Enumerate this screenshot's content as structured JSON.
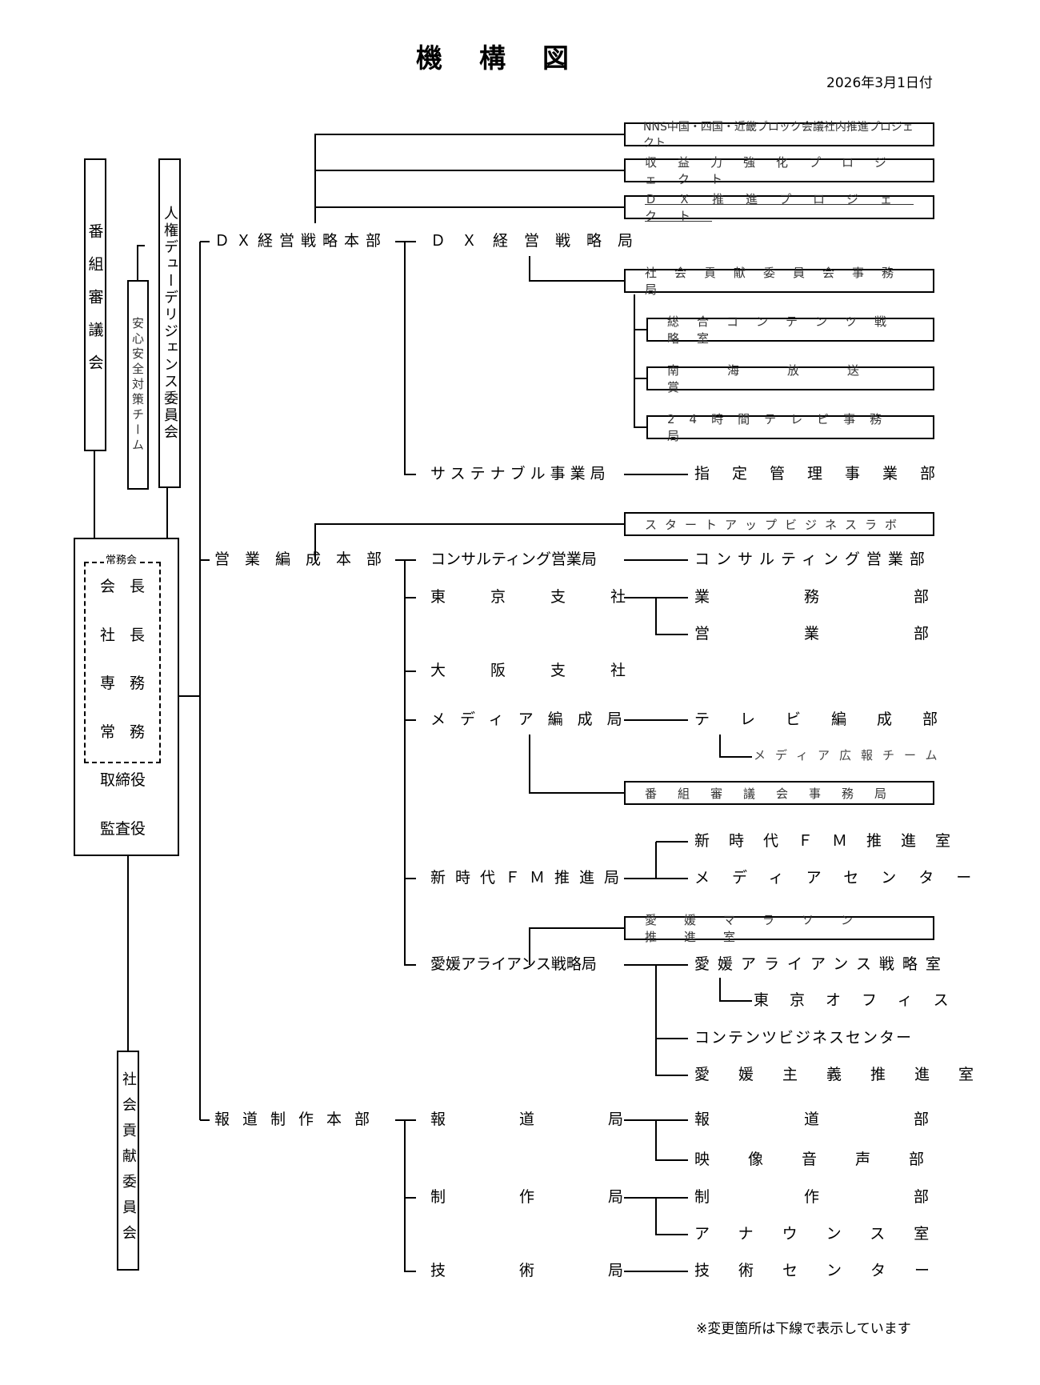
{
  "title": "機構図",
  "date": "2026年3月1日付",
  "note": "※変更箇所は下線で表示しています",
  "left_boxes": {
    "program_council": "番組審議会",
    "human_rights": "人権デューデリジェンス委員会",
    "safety_team": "安心安全対策チーム",
    "social_contribution": "社会貢献委員会"
  },
  "executives": {
    "group_label": "常務会",
    "chairman": "会長",
    "president": "社長",
    "senior_md": "専務",
    "md": "常務",
    "directors": "取締役",
    "auditors": "監査役"
  },
  "headquarters": [
    {
      "name": "ＤＸ経営戦略本部"
    },
    {
      "name": "営業編成本部"
    },
    {
      "name": "報道制作本部"
    }
  ],
  "projects": [
    "NNS中国・四国・近畿ブロック会議社内推進プロジェクト",
    "収益力強化プロジェクト",
    "ＤＸ推進プロジェクト"
  ],
  "dx": {
    "bureau": "ＤＸ経営戦略局",
    "secretariat": "社会貢献委員会事務局",
    "sub_boxes": [
      "総合コンテンツ戦略室",
      "南海放送賞",
      "24時間テレビ事務局"
    ],
    "sustainable": "サステナブル事業局",
    "designated": "指定管理事業部"
  },
  "sales": {
    "startup_lab": "スタートアップビジネスラボ",
    "consulting_bureau": "コンサルティング営業局",
    "consulting_dept": "コンサルティング営業部",
    "tokyo_branch": "東京支社",
    "gyomu_dept": "業務部",
    "eigyo_dept": "営業部",
    "osaka_branch": "大阪支社",
    "media_bureau": "メディア編成局",
    "tv_dept": "テレビ編成部",
    "media_pr_team": "メディア広報チーム",
    "program_council_office": "番組審議会事務局",
    "fm_bureau": "新時代ＦＭ推進局",
    "fm_office": "新時代ＦＭ推進室",
    "media_center": "メディアセンター",
    "marathon_office": "愛媛マラソン推進室",
    "alliance_bureau": "愛媛アライアンス戦略局",
    "alliance_office": "愛媛アライアンス戦略室",
    "tokyo_office": "東京オフィス",
    "content_biz_center": "コンテンツビジネスセンター",
    "ehime_office": "愛媛主義推進室"
  },
  "news": {
    "news_bureau": "報道局",
    "news_dept": "報道部",
    "video_audio_dept": "映像音声部",
    "production_bureau": "制作局",
    "production_dept": "制作部",
    "announce_office": "アナウンス室",
    "tech_bureau": "技術局",
    "tech_center": "技術センター"
  }
}
